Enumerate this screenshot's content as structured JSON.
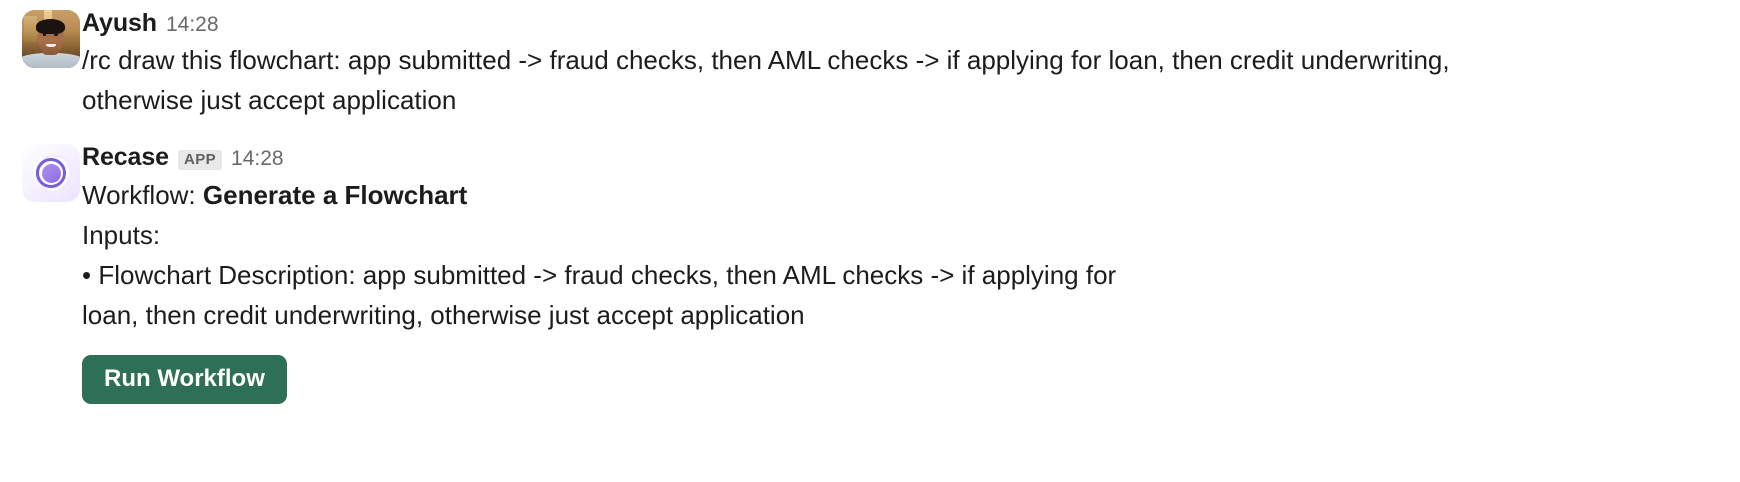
{
  "app": {
    "background_color": "#ffffff",
    "text_color": "#1d1c1d"
  },
  "messages": [
    {
      "id": "user-message",
      "author": "Ayush",
      "timestamp": "14:28",
      "avatar": {
        "type": "user-photo-avatar",
        "name": "ayush-avatar"
      },
      "lines": [
        "/rc draw this flowchart: app submitted -> fraud checks, then AML checks -> if applying for loan, then credit underwriting,",
        "otherwise just accept application"
      ]
    },
    {
      "id": "bot-message",
      "author": "Recase",
      "badge": "APP",
      "timestamp": "14:28",
      "avatar": {
        "type": "app-ring-avatar",
        "name": "recase-app-avatar",
        "ring_color": "#7b5cd6",
        "core_color": "#9c7ee9"
      },
      "workflow_label": "Workflow:",
      "workflow_name": "Generate a Flowchart",
      "inputs_label": "Inputs:",
      "inputs": [
        {
          "bullet": "•",
          "line1": "Flowchart Description: app submitted -> fraud checks, then AML checks -> if applying for",
          "line2": "loan, then credit underwriting, otherwise just accept application"
        }
      ],
      "button": {
        "label": "Run Workflow",
        "color": "#2e7055",
        "text_color": "#ffffff"
      }
    }
  ]
}
